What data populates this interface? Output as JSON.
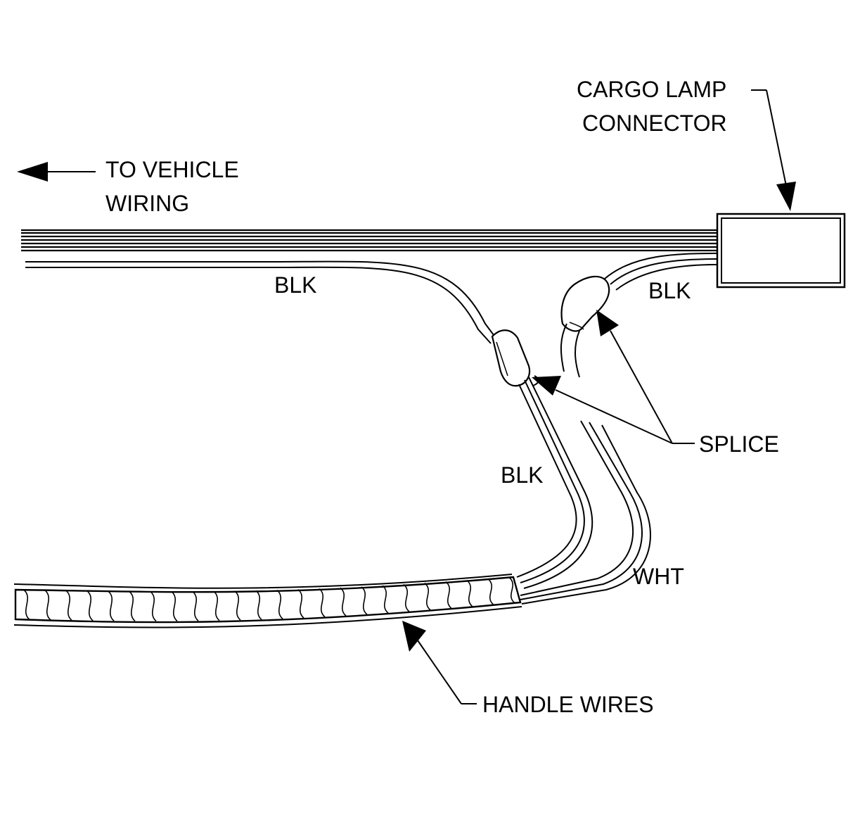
{
  "labels": {
    "to_vehicle_line1": "TO VEHICLE",
    "to_vehicle_line2": "WIRING",
    "cargo_lamp_line1": "CARGO LAMP",
    "cargo_lamp_line2": "CONNECTOR",
    "blk_top_left": "BLK",
    "blk_right": "BLK",
    "blk_middle": "BLK",
    "wht": "WHT",
    "splice": "SPLICE",
    "handle_wires": "HANDLE WIRES"
  },
  "colors": {
    "line": "#000000",
    "background": "#ffffff"
  }
}
